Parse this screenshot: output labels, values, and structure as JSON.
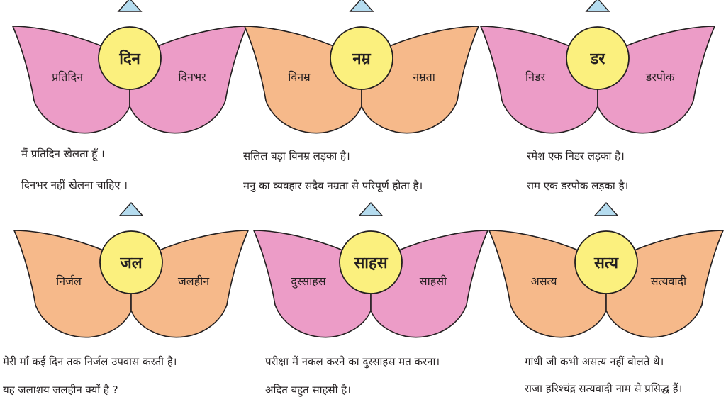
{
  "colors": {
    "pink": "#ec9cc7",
    "orange": "#f6b98a",
    "yellow": "#fbf07e",
    "outline": "#231f20",
    "tip": "#b5dcef"
  },
  "flowers": [
    {
      "center": "दिन",
      "left": "प्रतिदिन",
      "right": "दिनभर",
      "color": "pink",
      "sentences": [
        "मैं प्रतिदिन खेलता हूँ ।",
        "दिनभर नहीं खेलना चाहिए ।"
      ]
    },
    {
      "center": "नम्र",
      "left": "विनम्र",
      "right": "नम्रता",
      "color": "orange",
      "sentences": [
        "सलिल बड़ा विनम्र लड़का है।",
        "मनु का व्यवहार सदैव नम्रता से परिपूर्ण होता है।"
      ]
    },
    {
      "center": "डर",
      "left": "निडर",
      "right": "डरपोक",
      "color": "pink",
      "sentences": [
        "रमेश एक निडर लड़का है।",
        "राम एक डरपोक लड़का है।"
      ]
    },
    {
      "center": "जल",
      "left": "निर्जल",
      "right": "जलहीन",
      "color": "orange",
      "sentences": [
        "मेरी माँ कई दिन तक निर्जल उपवास करती है।",
        "यह जलाशय जलहीन क्यों है ?"
      ]
    },
    {
      "center": "साहस",
      "left": "दुस्साहस",
      "right": "साहसी",
      "color": "pink",
      "sentences": [
        "परीक्षा में नकल करने का दुस्साहस मत करना।",
        "अदित बहुत साहसी है।"
      ]
    },
    {
      "center": "सत्य",
      "left": "असत्य",
      "right": "सत्यवादी",
      "color": "orange",
      "sentences": [
        "गांधी जी कभी असत्य नहीं बोलते थे।",
        "राजा हरिश्चंद्र सत्यवादी नाम से प्रसिद्ध हैं।"
      ]
    }
  ]
}
